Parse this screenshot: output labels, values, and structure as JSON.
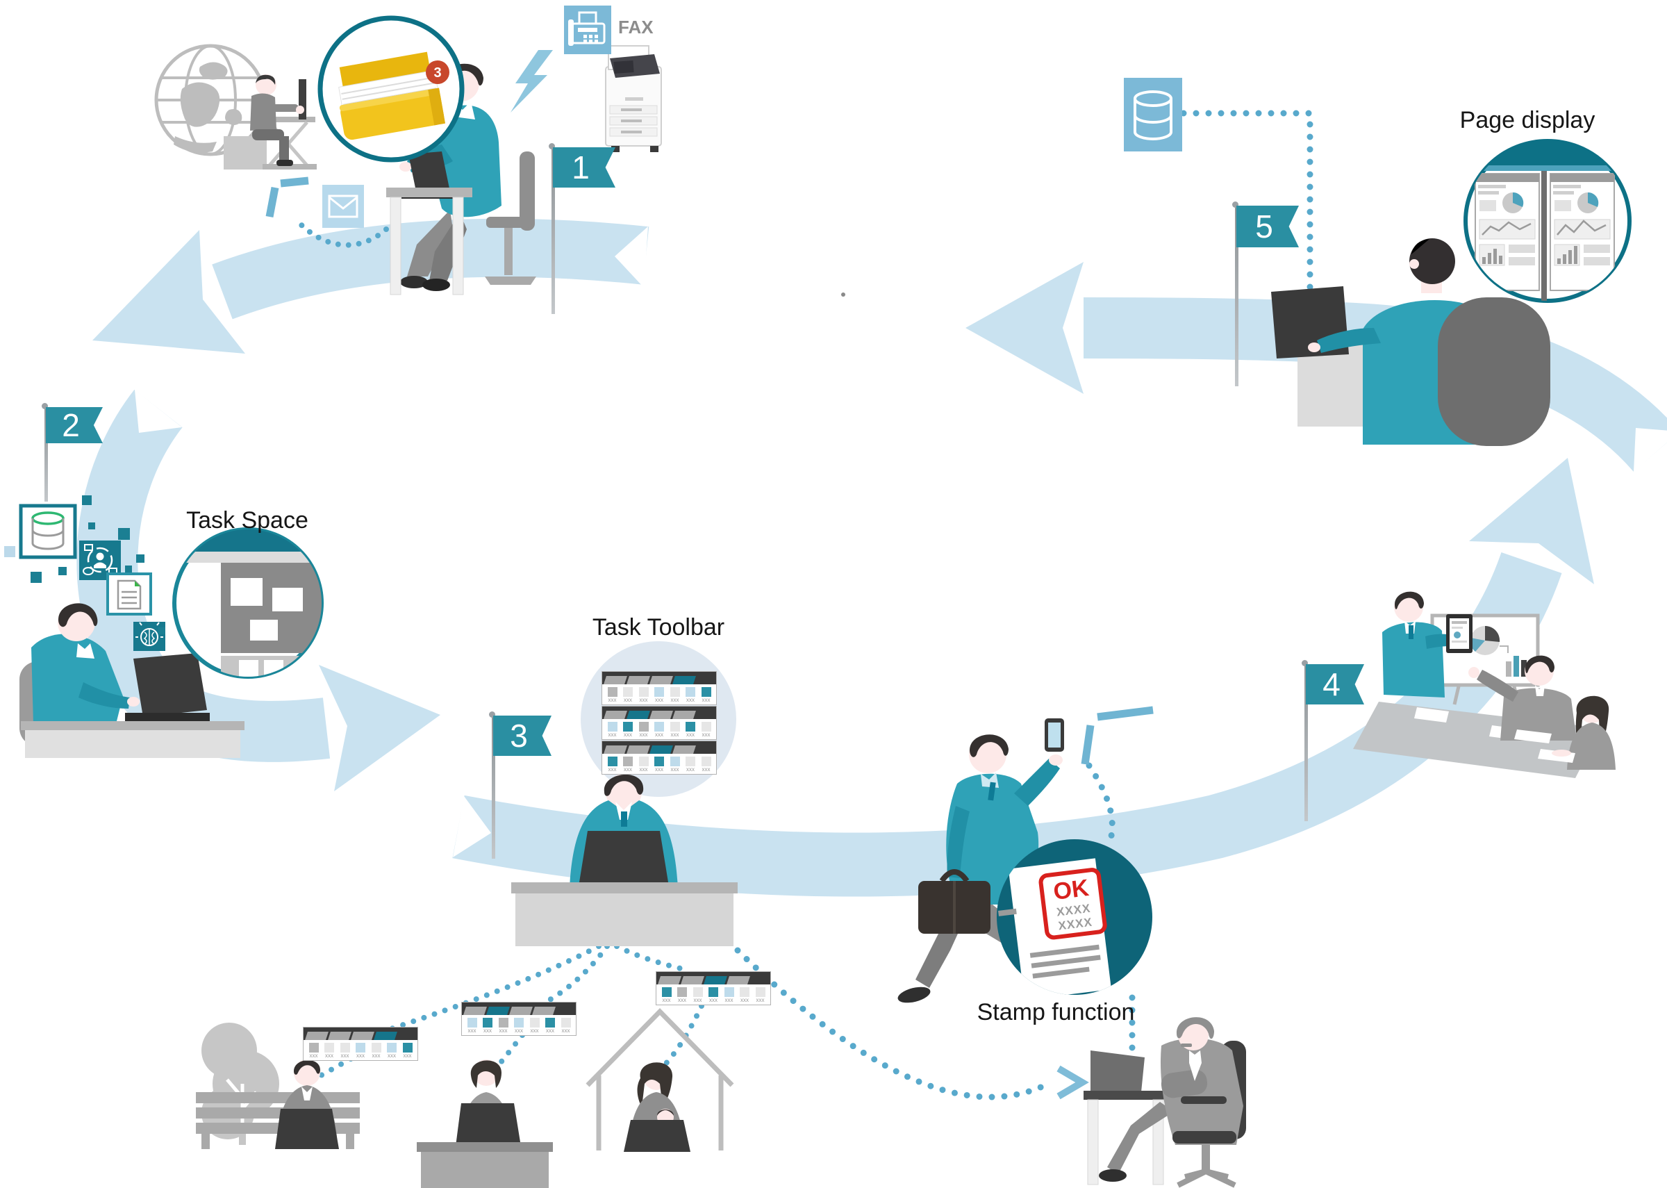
{
  "labels": {
    "fax": "FAX",
    "task_space": "Task Space",
    "task_toolbar": "Task Toolbar",
    "stamp_function": "Stamp function",
    "page_display": "Page display"
  },
  "steps": [
    {
      "number": "1"
    },
    {
      "number": "2"
    },
    {
      "number": "3"
    },
    {
      "number": "4"
    },
    {
      "number": "5"
    }
  ],
  "inbox_tray": {
    "badge_count": "3"
  },
  "stamp": {
    "ok_label": "OK",
    "masked_line_1": "XXXX",
    "masked_line_2": "XXXX"
  },
  "toolbar": {
    "cell_label": "xxx"
  },
  "colors": {
    "flag_teal": "#2a8fa2",
    "circle_teal": "#0d7186",
    "band_blue": "#c9e2f0",
    "dotted_blue": "#58a9cc",
    "person_teal": "#2fa2b7",
    "tray_yellow": "#f2c41d",
    "badge_red": "#c8472b",
    "stamp_red": "#d8211d",
    "panel_dark": "#3a3a3a"
  }
}
